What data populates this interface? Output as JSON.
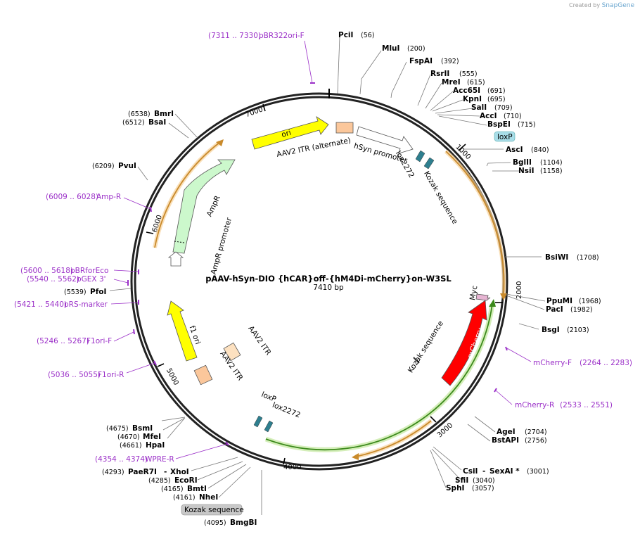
{
  "credit": {
    "prefix": "Created by",
    "brand": "SnapGene"
  },
  "plasmid": {
    "name": "pAAV-hSyn-DIO {hCAR}off-{hM4Di-mCherry}on-W3SL",
    "size": "7410 bp"
  },
  "ticks": [
    "1000",
    "2000",
    "3000",
    "4000",
    "5000",
    "6000",
    "7000"
  ],
  "enzymes": [
    {
      "name": "PciI",
      "pos": "(56)"
    },
    {
      "name": "MluI",
      "pos": "(200)"
    },
    {
      "name": "FspAI",
      "pos": "(392)"
    },
    {
      "name": "RsrII",
      "pos": "(555)"
    },
    {
      "name": "MreI",
      "pos": "(615)"
    },
    {
      "name": "Acc65I",
      "pos": "(691)"
    },
    {
      "name": "KpnI",
      "pos": "(695)"
    },
    {
      "name": "SalI",
      "pos": "(709)"
    },
    {
      "name": "AccI",
      "pos": "(710)"
    },
    {
      "name": "BspEI",
      "pos": "(715)"
    },
    {
      "name": "AscI",
      "pos": "(840)"
    },
    {
      "name": "BglII",
      "pos": "(1104)"
    },
    {
      "name": "NsiI",
      "pos": "(1158)"
    },
    {
      "name": "BsiWI",
      "pos": "(1708)"
    },
    {
      "name": "PpuMI",
      "pos": "(1968)"
    },
    {
      "name": "PacI",
      "pos": "(1982)"
    },
    {
      "name": "BsgI",
      "pos": "(2103)"
    },
    {
      "name": "AgeI",
      "pos": "(2704)"
    },
    {
      "name": "BstAPI",
      "pos": "(2756)"
    },
    {
      "name": "CsiI",
      "pos": "(3001)"
    },
    {
      "name": "SexAI *",
      "pos": "(3001)"
    },
    {
      "name": "SfiI",
      "pos": "(3040)"
    },
    {
      "name": "SphI",
      "pos": "(3057)"
    },
    {
      "name": "BmgBI",
      "pos": "(4095)"
    },
    {
      "name": "NheI",
      "pos": "(4161)"
    },
    {
      "name": "BmtI",
      "pos": "(4165)"
    },
    {
      "name": "EcoRI",
      "pos": "(4285)"
    },
    {
      "name": "PaeR7I",
      "pos": "(4293)"
    },
    {
      "name": "XhoI",
      "pos": ""
    },
    {
      "name": "HpaI",
      "pos": "(4661)"
    },
    {
      "name": "MfeI",
      "pos": "(4670)"
    },
    {
      "name": "BsmI",
      "pos": "(4675)"
    },
    {
      "name": "PfoI",
      "pos": "(5539)"
    },
    {
      "name": "PvuI",
      "pos": "(6209)"
    },
    {
      "name": "BsaI",
      "pos": "(6512)"
    },
    {
      "name": "BmrI",
      "pos": "(6538)"
    }
  ],
  "primers": [
    {
      "name": "pBR322ori-F",
      "range": "(7311 .. 7330)"
    },
    {
      "name": "Amp-R",
      "range": "(6009 .. 6028)"
    },
    {
      "name": "pBRforEco",
      "range": "(5600 .. 5618)"
    },
    {
      "name": "pGEX 3'",
      "range": "(5540 .. 5562)"
    },
    {
      "name": "pRS-marker",
      "range": "(5421 .. 5440)"
    },
    {
      "name": "F1ori-F",
      "range": "(5246 .. 5267)"
    },
    {
      "name": "F1ori-R",
      "range": "(5036 .. 5055)"
    },
    {
      "name": "WPRE-R",
      "range": "(4354 .. 4374)"
    },
    {
      "name": "mCherry-F",
      "range": "(2264 .. 2283)"
    },
    {
      "name": "mCherry-R",
      "range": "(2533 .. 2551)"
    }
  ],
  "features": {
    "ori": "ori",
    "itr_alt": "AAV2 ITR (alternate)",
    "hsyn": "hSyn promoter",
    "lox2272_top": "lox2272",
    "kozak_top": "Kozak sequence",
    "loxp_top": "loxP",
    "ampr": "AmpR",
    "ampr_promoter": "AmpR promoter",
    "f1ori": "f1 ori",
    "itr_a": "AAV2 ITR",
    "itr_b": "AAV2 ITR",
    "myc": "Myc",
    "mcherry": "mCherry",
    "kozak_mid": "Kozak sequence",
    "loxp_bottom": "loxP",
    "lox2272_bottom": "lox2272",
    "kozak_bottom": "Kozak sequence"
  },
  "colors": {
    "backbone": "#222222",
    "ori": "#ffff00",
    "ampr": "#ccf8cc",
    "itr": "#fbc79b",
    "mcherry": "#ff0000",
    "lox": "#2e7f8f",
    "primer": "#9b30c8",
    "orf_orange": "#c98a2b",
    "orf_green": "#3c8a1c",
    "loxp_badge": "#a8dde8",
    "kozak_badge": "#c8c8c8"
  }
}
